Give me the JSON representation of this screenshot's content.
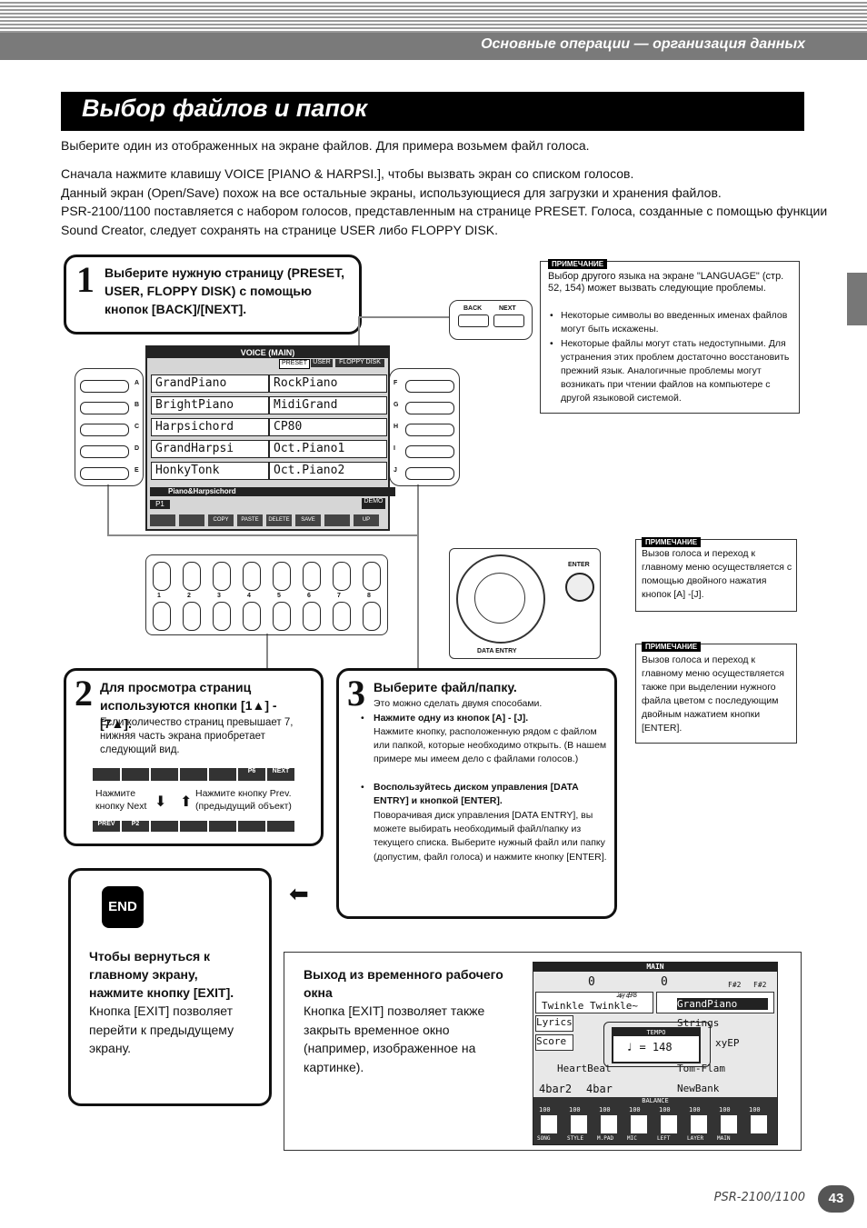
{
  "header": {
    "section_title": "Основные операции — организация данных"
  },
  "title": "Выбор файлов и папок",
  "intro": {
    "line1": "Выберите один из отображенных на экране файлов. Для примера возьмем файл голоса.",
    "line2": "Сначала нажмите клавишу VOICE [PIANO & HARPSI.], чтобы вызвать экран со списком голосов.",
    "line3": "Данный экран (Open/Save) похож на все остальные экраны, использующиеся для загрузки и хранения файлов.",
    "line4": "PSR-2100/1100 поставляется с набором голосов, представленным на странице PRESET. Голоса, созданные с помощью функции",
    "line5": "Sound Creator, следует сохранять на странице USER либо FLOPPY DISK."
  },
  "step1": {
    "number": "1",
    "text": "Выберите нужную страницу (PRESET, USER, FLOPPY DISK) с помощью кнопок [BACK]/[NEXT]."
  },
  "step2": {
    "number": "2",
    "heading": "Для просмотра страниц используются кнопки [1▲] - [7▲].",
    "body": "Если количество страниц превышает 7, нижняя часть экрана приобретает следующий вид.",
    "caption_left": "Нажмите кнопку Next",
    "caption_right": "Нажмите кнопку Prev. (предыдущий объект)",
    "bar_top": [
      "",
      "",
      "",
      "",
      "",
      "P6",
      "NEXT"
    ],
    "bar_bottom": [
      "PREV",
      "P2",
      "",
      "",
      "",
      "",
      ""
    ]
  },
  "step3": {
    "number": "3",
    "heading": "Выберите файл/папку.",
    "intro": "Это можно сделать двумя способами.",
    "b1_head": "Нажмите одну из кнопок [A] - [J].",
    "b1_body": "Нажмите кнопку, расположенную рядом с файлом или папкой, которые необходимо открыть. (В нашем примере мы имеем дело с файлами голосов.)",
    "b2_head": "Воспользуйтесь диском управления [DATA ENTRY] и кнопкой [ENTER].",
    "b2_body": "Поворачивая диск управления [DATA ENTRY], вы можете выбирать необходимый файл/папку из текущего списка. Выберите нужный файл или папку (допустим, файл голоса) и нажмите кнопку [ENTER]."
  },
  "end_box": {
    "logo": "END",
    "bold": "Чтобы вернуться к главному экрану, нажмите кнопку [EXIT].",
    "text": "Кнопка [EXIT] позволяет перейти к предыдущему экрану."
  },
  "exit_box": {
    "heading": "Выход из временного рабочего окна",
    "text": "Кнопка [EXIT] позволяет также закрыть временное окно (например, изображенное на картинке)."
  },
  "note_label": "ПРИМЕЧАНИЕ",
  "note1": {
    "text": "Выбор другого языка на экране \"LANGUAGE\" (стр.  52, 154) может вызвать следующие проблемы.",
    "items": [
      "Некоторые символы во введенных именах файлов могут быть искажены.",
      "Некоторые файлы могут стать недоступными. Для устранения этих проблем достаточно восстановить прежний язык. Аналогичные проблемы могут возникать при чтении файлов на компьютере с другой языковой системой."
    ]
  },
  "note2": {
    "text": "Вызов голоса и переход к главному меню осуществляется с помощью двойного нажатия кнопок [A] -[J]."
  },
  "note3": {
    "text": "Вызов голоса и переход к главному меню осуществляется также при выделении нужного файла цветом с последующим двойным нажатием кнопки [ENTER]."
  },
  "panel": {
    "back": "BACK",
    "next": "NEXT",
    "lcd_title": "VOICE (MAIN)",
    "tabs": [
      "PRESET",
      "USER",
      "FLOPPY DISK"
    ],
    "voices_left": [
      "GrandPiano",
      "BrightPiano",
      "Harpsichord",
      "GrandHarpsi",
      "HonkyTonk"
    ],
    "voices_right": [
      "RockPiano",
      "MidiGrand",
      "CP80",
      "Oct.Piano1",
      "Oct.Piano2"
    ],
    "left_letters": [
      "A",
      "B",
      "C",
      "D",
      "E"
    ],
    "right_letters": [
      "F",
      "G",
      "H",
      "I",
      "J"
    ],
    "folder": "Piano&Harpsichord",
    "page": "P1",
    "demo": "DEMO",
    "up": "UP",
    "bottom_labels": [
      "",
      "",
      "COPY",
      "PASTE",
      "DELETE",
      "SAVE",
      "",
      "UP"
    ],
    "slider_numbers": [
      "1",
      "2",
      "3",
      "4",
      "5",
      "6",
      "7",
      "8"
    ],
    "enter": "ENTER",
    "data_entry": "DATA ENTRY"
  },
  "main_lcd": {
    "title": "MAIN",
    "transpose": "0",
    "upper_octave": "0",
    "split": "F#2",
    "split2": "F#2",
    "song": "Twinkle Twinkle~",
    "song_meter": "4/4",
    "bpm": "♩= 98",
    "voice_main": "GrandPiano",
    "voice_layer": "Strings",
    "voice_left": "xyEP",
    "lyrics": "Lyrics",
    "score": "Score",
    "style": "HeartBeat",
    "multipad": "Tom-Flam",
    "intro": "4bar2",
    "ending": "4bar",
    "registration": "NewBank",
    "balance": "BALANCE",
    "tempo_label": "TEMPO",
    "tempo_value": "♩ = 148",
    "balance_values": [
      "100",
      "100",
      "100",
      "100",
      "100",
      "100",
      "100",
      "100"
    ],
    "balance_labels": [
      "SONG",
      "STYLE",
      "M.PAD",
      "MIC",
      "LEFT",
      "LAYER",
      "MAIN",
      ""
    ]
  },
  "footer": {
    "model": "PSR-2100/1100",
    "page": "43"
  }
}
